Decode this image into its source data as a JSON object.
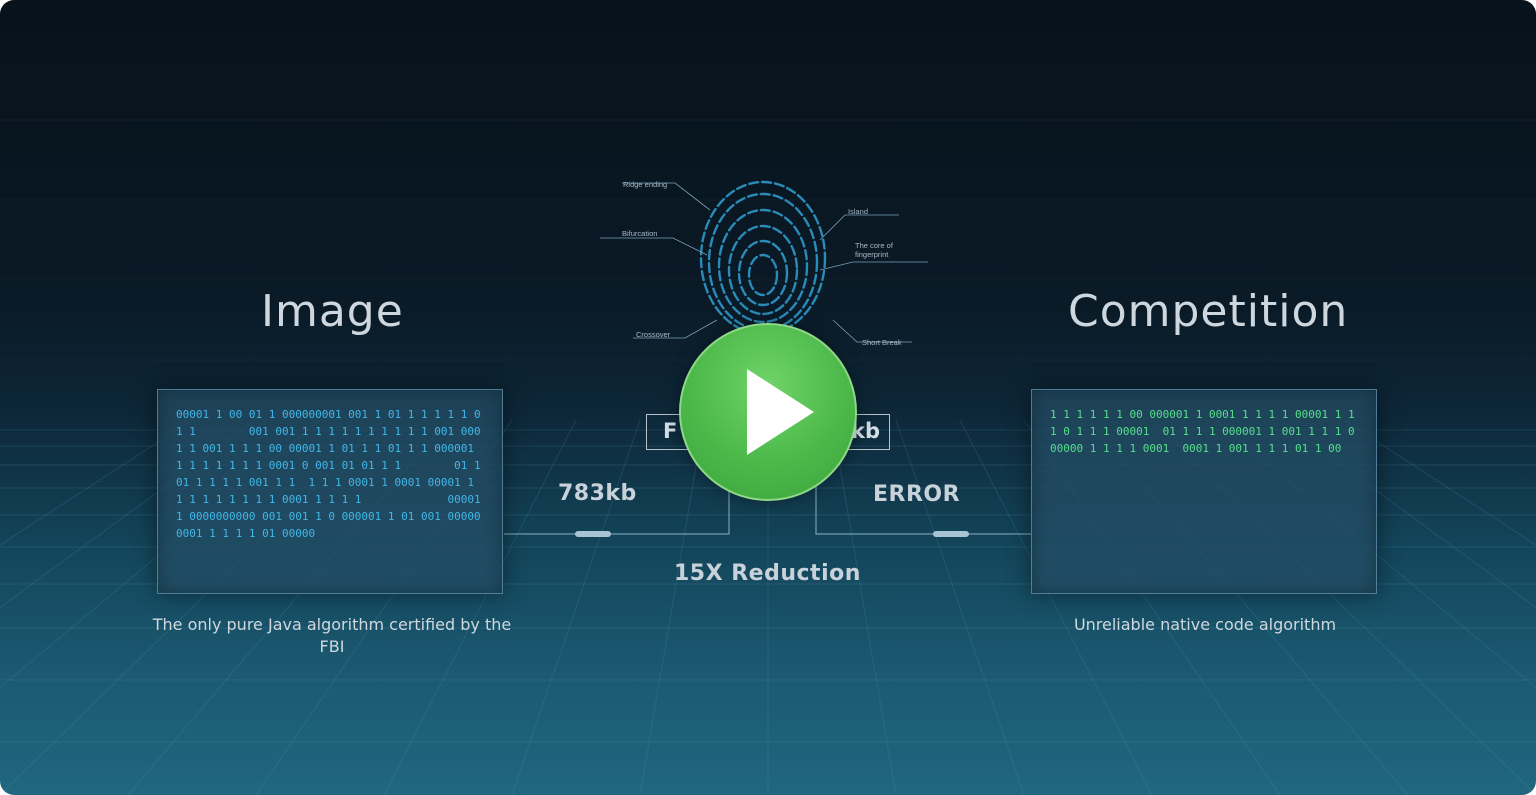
{
  "video": {
    "left_title": "Image",
    "right_title": "Competition",
    "left_binary": "00001 1 00 01 1 000000001 001 1 01 1 1 1 1 1 0 1 1        001 001 1 1 1 1 1 1 1 1 1 1 001 0001 1 001 1 1 1 00 00001 1 01 1 1 01 1 1 000001 1 1 1 1 1 1 1 0001 0 001 01 01 1 1        01 1 01 1 1 1 1 001 1 1  1 1 1 0001 1 0001 00001 1 1 1 1 1 1 1 1 1 0001 1 1 1 1             00001 1 0000000000 001 001 1 0 000001 1 01 001 000000001 1 1 1 1 01 00000",
    "right_binary": "1 1 1 1 1 1 00 000001 1 0001 1 1 1 1 00001 1 1 1 0 1 1 1 00001  01 1 1 1 000001 1 001 1 1 1 000000 1 1 1 1 0001  0001 1 001 1 1 1 01 1 00",
    "left_caption": "The only pure Java algorithm certified by the FBI",
    "right_caption": "Unreliable native code algorithm",
    "left_size": "783kb",
    "right_size": "ERROR",
    "reduction": "15X Reduction",
    "left_box": "F",
    "right_box": "kb",
    "annotations": {
      "ridge_ending": "Ridge ending",
      "bifurcation": "Bifurcation",
      "crossover": "Crossover",
      "island": "Island",
      "core": "The core of fingerprint",
      "short_break": "Short Break"
    },
    "colors": {
      "play_green": "#4cb84a",
      "binary_blue": "#41b7e8",
      "binary_green": "#54e08a"
    }
  }
}
